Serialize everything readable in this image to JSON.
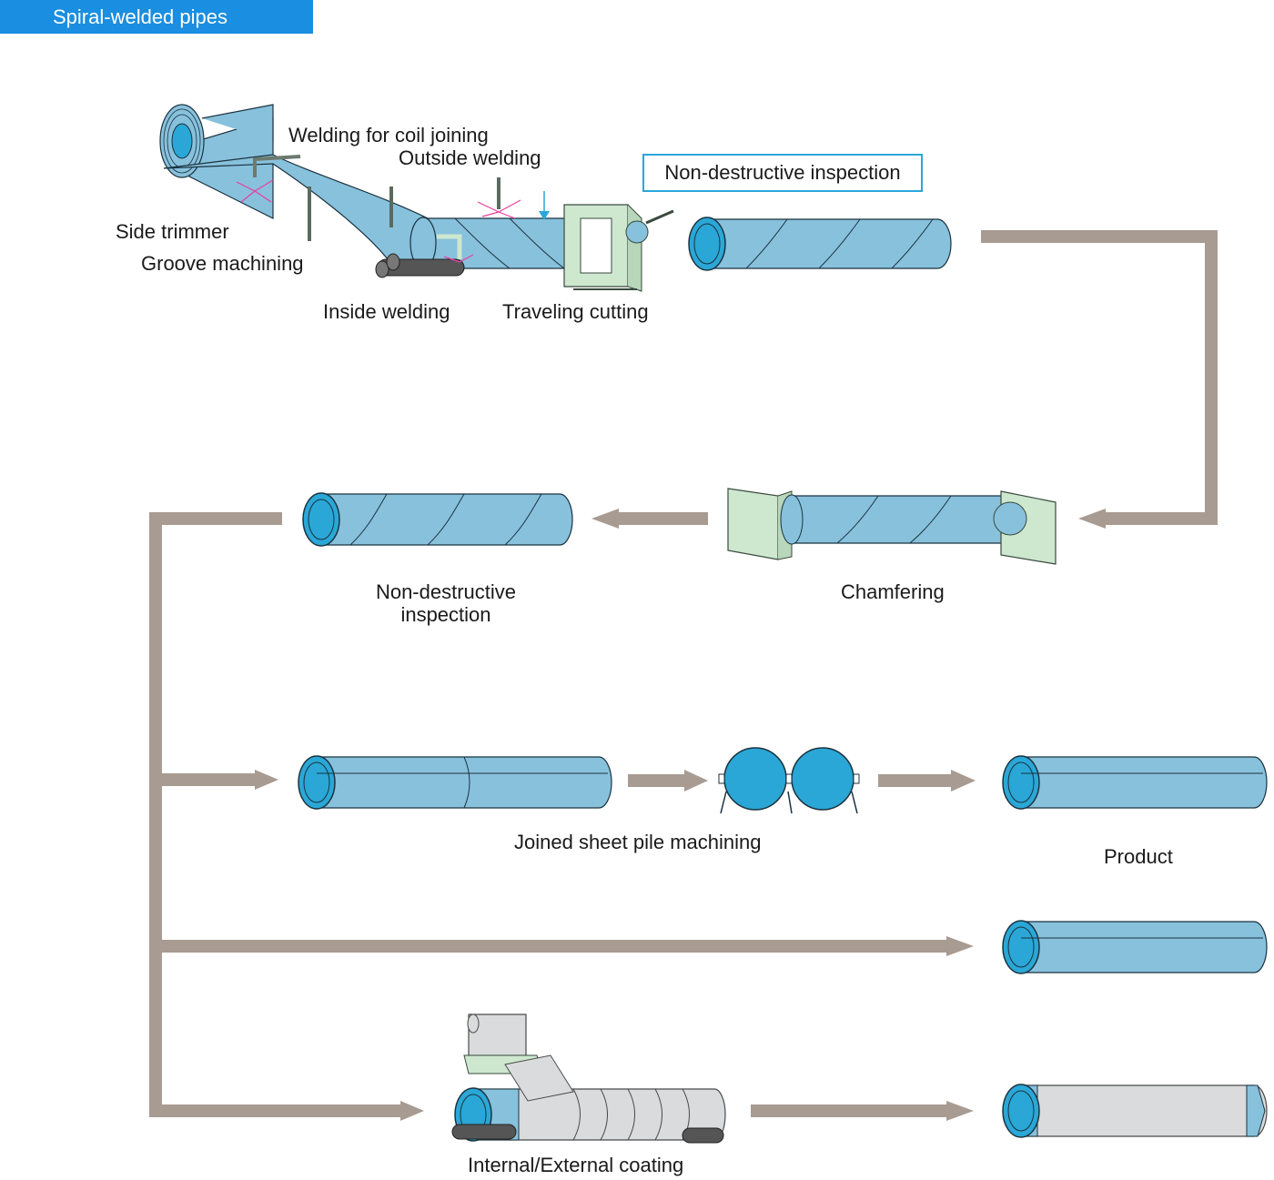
{
  "header": {
    "title": "Spiral-welded pipes"
  },
  "stages": {
    "welding_coil_joining": "Welding for coil joining",
    "outside_welding": "Outside welding",
    "non_destructive_inspection_top": "Non-destructive inspection",
    "side_trimmer": "Side trimmer",
    "groove_machining": "Groove machining",
    "inside_welding": "Inside welding",
    "traveling_cutting": "Traveling cutting",
    "chamfering": "Chamfering",
    "non_destructive_inspection_line1": "Non-destructive",
    "non_destructive_inspection_line2": "inspection",
    "joined_sheet_pile_machining": "Joined sheet pile machining",
    "product": "Product",
    "coating": "Internal/External coating"
  },
  "colors": {
    "header_bg": "#1a8ee0",
    "pipe_body": "#88c1dc",
    "pipe_end": "#2aa7d6",
    "machine": "#cde8cf",
    "arrow": "#a89b92",
    "coating": "#d9dbdc",
    "box_border": "#2aa7dc"
  }
}
